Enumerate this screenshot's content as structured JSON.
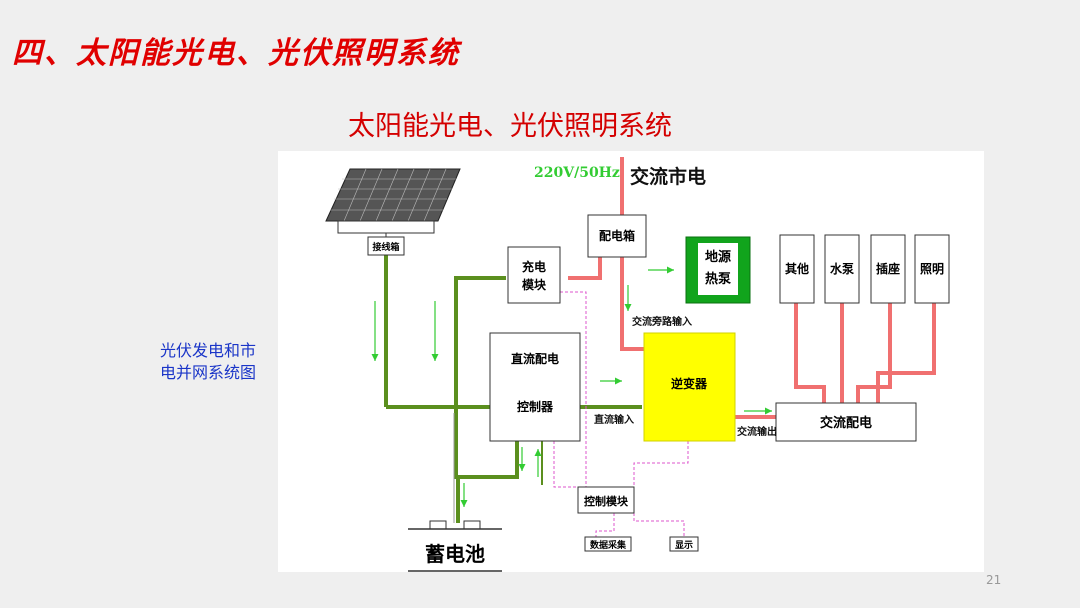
{
  "heading": "四、太阳能光电、光伏照明系统",
  "subheading": "太阳能光电、光伏照明系统",
  "side_caption": [
    "光伏发电和市",
    "电并网系统图"
  ],
  "page_number": "21",
  "diagram": {
    "voltage": "220V/50Hz",
    "grid_label": "交流市电",
    "junction_box": "接线箱",
    "distribution_box": "配电箱",
    "charge_module": [
      "充电",
      "模块"
    ],
    "heat_pump": [
      "地源",
      "热泵"
    ],
    "dc_distribution": "直流配电",
    "controller": "控制器",
    "inverter": "逆变器",
    "bypass_input": "交流旁路输入",
    "dc_input": "直流输入",
    "ac_output": "交流输出",
    "ac_distribution": "交流配电",
    "control_module": "控制模块",
    "data_collection": "数据采集",
    "display": "显示",
    "battery": "蓄电池",
    "loads": [
      "其他",
      "水泵",
      "插座",
      "照明"
    ]
  },
  "colors": {
    "green_line": "#5b8f1e",
    "red_line": "#f07070",
    "heat_pump_fill": "#11a41c",
    "inverter_fill": "#ffff00",
    "voltage_text": "#33cc33",
    "pink_dashed": "#dd55cc"
  }
}
